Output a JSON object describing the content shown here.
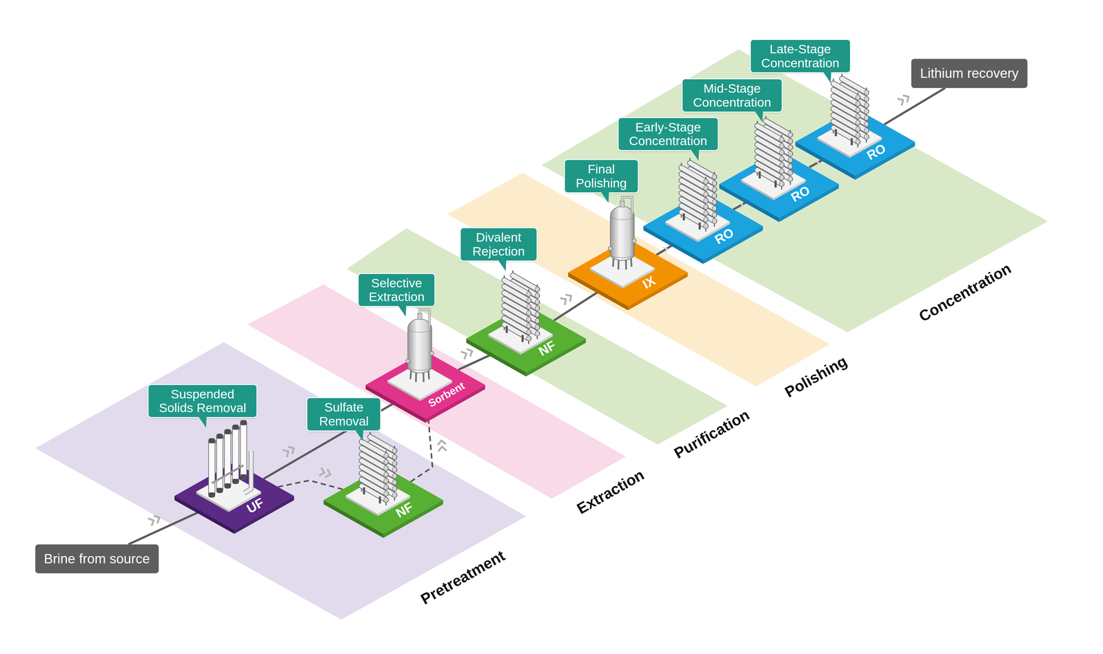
{
  "diagram": {
    "nodes": [
      {
        "text": [
          "Brine from source"
        ]
      },
      {
        "text": [
          "Pretreatment"
        ]
      },
      {
        "text": [
          "UF"
        ],
        "in": 1
      },
      {
        "text": [
          "NF"
        ],
        "in": 1
      },
      {
        "text": [
          "Extraction"
        ]
      },
      {
        "text": [
          "Sorbent"
        ],
        "in": 4
      },
      {
        "text": [
          "Purification"
        ]
      },
      {
        "text": [
          "NF"
        ],
        "in": 6
      },
      {
        "text": [
          "Polishing"
        ]
      },
      {
        "text": [
          "IX"
        ],
        "in": 8
      },
      {
        "text": [
          "Concentration"
        ]
      },
      {
        "text": [
          "RO"
        ],
        "in": 10
      },
      {
        "text": [
          "RO"
        ],
        "in": 10
      },
      {
        "text": [
          "RO"
        ],
        "in": 10
      },
      {
        "text": [
          "Lithium recovery"
        ]
      },
      {
        "text": [
          "Suspended Solids Removal"
        ]
      },
      {
        "text": [
          "Sulfate Removal"
        ]
      },
      {
        "text": [
          "Selective Extraction"
        ]
      },
      {
        "text": [
          "Divalent Rejection"
        ]
      },
      {
        "text": [
          "Final Polishing"
        ]
      },
      {
        "text": [
          "Early-Stage Concentration"
        ]
      },
      {
        "text": [
          "Mid-Stage Concentration"
        ]
      },
      {
        "text": [
          "Late-Stage Concentration"
        ]
      }
    ],
    "edges": [
      {
        "from": 0,
        "to": 2,
        "arrow": "to"
      },
      {
        "from": 2,
        "to": 5,
        "arrow": "to"
      },
      {
        "from": 2,
        "to": 3,
        "arrow": "to"
      },
      {
        "from": 3,
        "to": 5,
        "arrow": "to"
      },
      {
        "from": 5,
        "to": 7,
        "arrow": "to"
      },
      {
        "from": 7,
        "to": 9,
        "arrow": "to"
      },
      {
        "from": 9,
        "to": 11,
        "arrow": "to"
      },
      {
        "from": 11,
        "to": 12,
        "arrow": "to"
      },
      {
        "from": 12,
        "to": 13,
        "arrow": "to"
      },
      {
        "from": 13,
        "to": 14,
        "arrow": "to"
      }
    ]
  }
}
